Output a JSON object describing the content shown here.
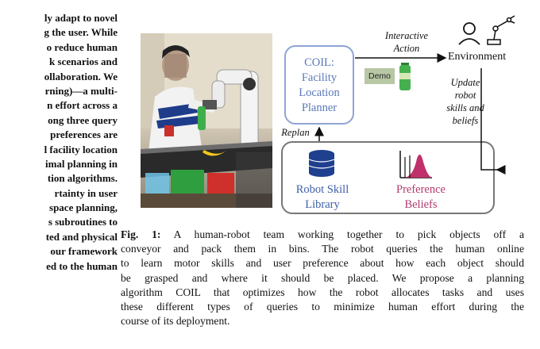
{
  "abstract_lines": [
    "ly adapt to novel",
    "g the user. While",
    "o reduce human",
    "k scenarios and",
    "ollaboration. We",
    "rning)—a multi-",
    "n effort across a",
    "ong three query",
    "preferences are",
    "l facility location",
    "imal planning in",
    "tion algorithms.",
    "rtainty in user",
    "space planning,",
    "s subroutines to",
    "ted and physical",
    "our framework",
    "ed to the human"
  ],
  "diagram": {
    "planner_lines": [
      "COIL:",
      "Facility",
      "Location",
      "Planner"
    ],
    "interactive_action": [
      "Interactive",
      "Action"
    ],
    "environment": "Environment",
    "demo": "Demo",
    "update_lines": [
      "Update",
      "robot",
      "skills and",
      "beliefs"
    ],
    "replan": "Replan",
    "skill_library_lines": [
      "Robot Skill",
      "Library"
    ],
    "preference_lines": [
      "Preference",
      "Beliefs"
    ],
    "colors": {
      "blue": "#4060a8",
      "pink": "#b23a6e",
      "box_blue": "#8fa5d6"
    },
    "icons": [
      "person-icon",
      "robot-arm-icon",
      "database-icon",
      "distribution-icon"
    ]
  },
  "caption": {
    "label": "Fig. 1:",
    "first_line": "A human-robot team working together to pick objects off a",
    "lines": [
      "conveyor and pack them in bins. The robot queries the human online",
      "to learn motor skills and user preference about how each object should",
      "be grasped and where it should be placed. We propose a planning",
      "algorithm COIL that optimizes how the robot allocates tasks and uses",
      "these different types of queries to minimize human effort during the",
      "course of its deployment."
    ]
  }
}
